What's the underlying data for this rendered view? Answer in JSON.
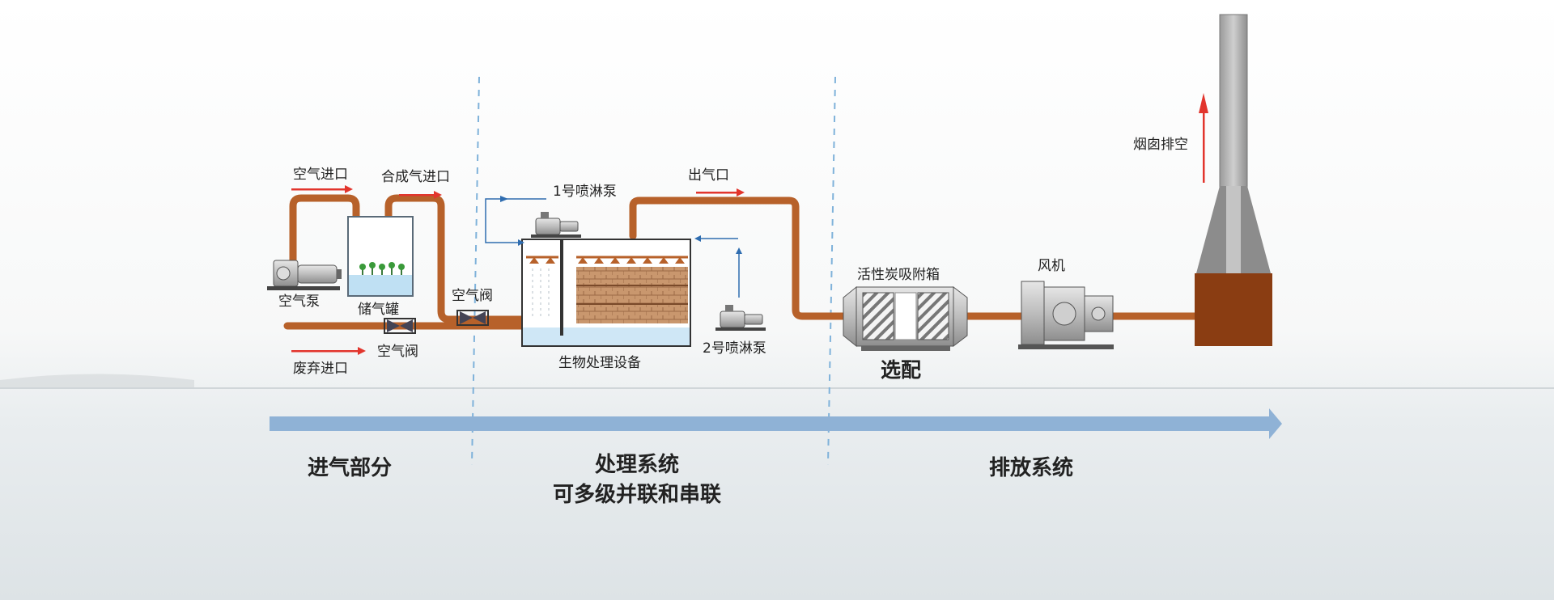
{
  "labels": {
    "air_inlet": "空气进口",
    "syngas_inlet": "合成气进口",
    "air_pump": "空气泵",
    "gas_tank": "储气罐",
    "air_valve_top": "空气阀",
    "air_valve_bottom": "空气阀",
    "waste_inlet": "废弃进口",
    "spray_pump_1": "1号喷淋泵",
    "spray_pump_2": "2号喷淋泵",
    "bio_equipment": "生物处理设备",
    "gas_outlet": "出气口",
    "carbon_box": "活性炭吸附箱",
    "optional": "选配",
    "fan": "风机",
    "chimney": "烟囱排空"
  },
  "sections": {
    "intake": "进气部分",
    "treatment_line1": "处理系统",
    "treatment_line2": "可多级并联和串联",
    "discharge": "排放系统"
  },
  "colors": {
    "pipe": "#B7612A",
    "chimney_base": "#8A3D12",
    "flow_arrow": "#8FB2D6",
    "red_arrow": "#E2352D",
    "divider": "#7FB2DA"
  }
}
